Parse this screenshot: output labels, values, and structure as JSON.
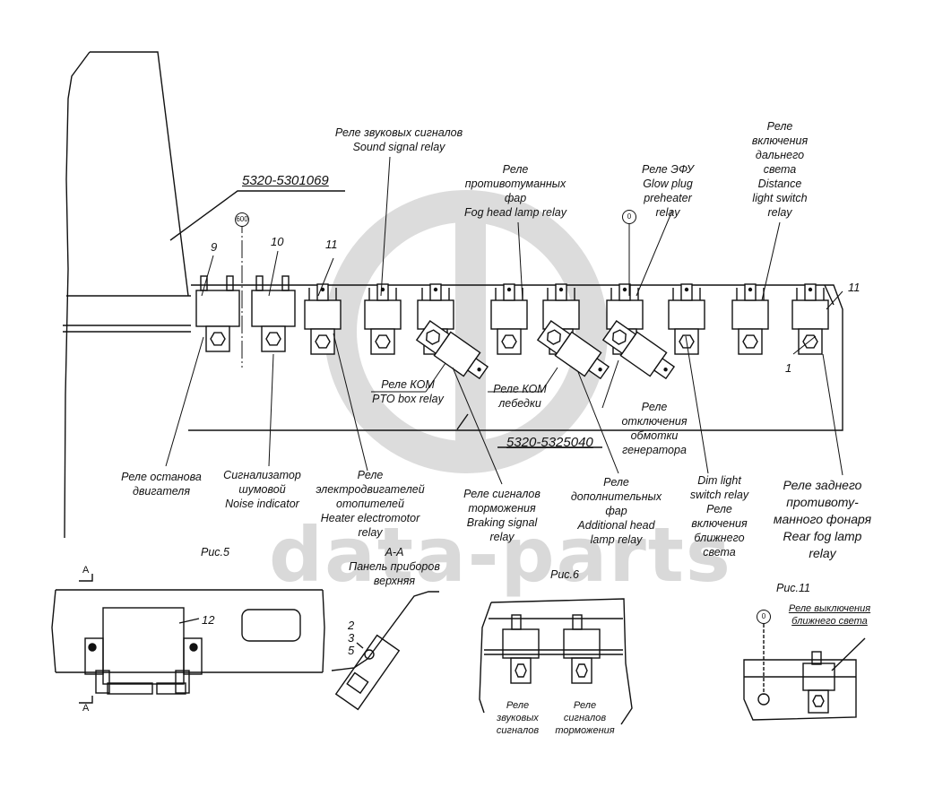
{
  "watermark": {
    "text": "data-parts",
    "logo": "gb-logo"
  },
  "part_numbers": {
    "harness": "5320-5301069",
    "panel": "5320-5325040"
  },
  "position_numbers": {
    "p9": "9",
    "p10": "10",
    "p11_left": "11",
    "p11_right": "11",
    "p1": "1",
    "p12": "12",
    "p2": "2",
    "p3": "3",
    "p5": "5"
  },
  "badges": {
    "b600": "600",
    "b0": "0",
    "b0_fig11": "0"
  },
  "top_labels": {
    "sound_signal": "Реле звуковых сигналов\nSound signal relay",
    "fog_head": "Реле\nпротивотуманных\nфар\nFog head lamp relay",
    "glow_plug": "Реле ЭФУ\nGlow plug\npreheater\nrelay",
    "distance_light": "Реле\nвключения\nдальнего\nсвета\nDistance\nlight switch\nrelay"
  },
  "inner_labels": {
    "pto_box": "Реле КОМ\nPTO box relay",
    "pto_winch": "Реле КОМ\nлебедки",
    "generator_winding": "Реле\nотключения\nобмотки\nгенератора"
  },
  "bottom_labels": {
    "engine_stop": "Реле останова\nдвигателя",
    "noise_indicator": "Сигнализатор\nшумовой\nNoise indicator",
    "heater_motor": "Реле\nэлектродвигателей\nотопителей\nHeater electromotor\nrelay",
    "braking_signal": "Реле сигналов\nторможения\nBraking signal\nrelay",
    "additional_head": "Реле\nдополнительных\nфар\nAdditional head\nlamp relay",
    "dim_light": "Dim light\nswitch relay\nРеле\nвключения\nближнего\nсвета",
    "rear_fog": "Реле заднего\nпротивоту-\nманного фонаря\nRear fog lamp\nrelay"
  },
  "figures": {
    "fig5": "Рис.5",
    "fig6": "Рис.6",
    "fig11": "Рис.11",
    "section_title": "А-А",
    "section_caption": "Панель приборов\nверхняя",
    "section_mark_top": "А",
    "section_mark_bottom": "А",
    "fig6_left": "Реле\nзвуковых\nсигналов",
    "fig6_right": "Реле\nсигналов\nторможения",
    "fig11_label": "Реле выключения\nближнего света"
  }
}
